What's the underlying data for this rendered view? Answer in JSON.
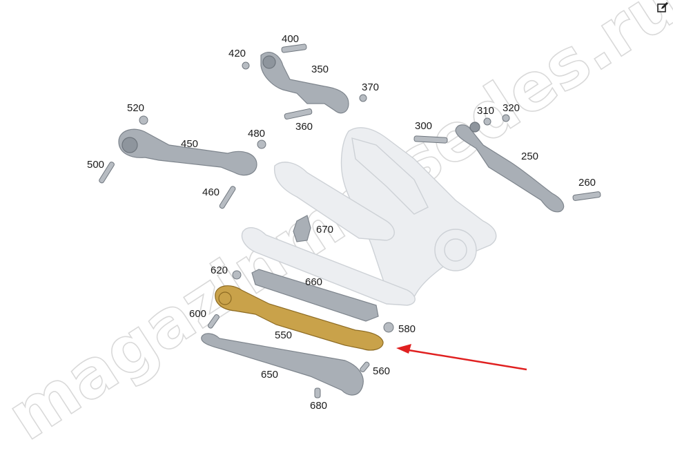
{
  "watermark": {
    "text": "magazinmersedes.ru"
  },
  "toolbar": {
    "edit_icon": "edit-icon"
  },
  "parts": [
    {
      "id": "p400",
      "label": "400"
    },
    {
      "id": "p420",
      "label": "420"
    },
    {
      "id": "p350",
      "label": "350"
    },
    {
      "id": "p370",
      "label": "370"
    },
    {
      "id": "p360",
      "label": "360"
    },
    {
      "id": "p520",
      "label": "520"
    },
    {
      "id": "p450",
      "label": "450"
    },
    {
      "id": "p480",
      "label": "480"
    },
    {
      "id": "p500",
      "label": "500"
    },
    {
      "id": "p460",
      "label": "460"
    },
    {
      "id": "p300",
      "label": "300"
    },
    {
      "id": "p310",
      "label": "310"
    },
    {
      "id": "p320",
      "label": "320"
    },
    {
      "id": "p250",
      "label": "250"
    },
    {
      "id": "p260",
      "label": "260"
    },
    {
      "id": "p670",
      "label": "670"
    },
    {
      "id": "p620",
      "label": "620"
    },
    {
      "id": "p660",
      "label": "660"
    },
    {
      "id": "p600",
      "label": "600"
    },
    {
      "id": "p580",
      "label": "580"
    },
    {
      "id": "p550",
      "label": "550"
    },
    {
      "id": "p650",
      "label": "650"
    },
    {
      "id": "p560",
      "label": "560"
    },
    {
      "id": "p680",
      "label": "680"
    }
  ],
  "highlight": {
    "part": "550",
    "color": "#c9a24a",
    "arrow_color": "#e02020"
  }
}
